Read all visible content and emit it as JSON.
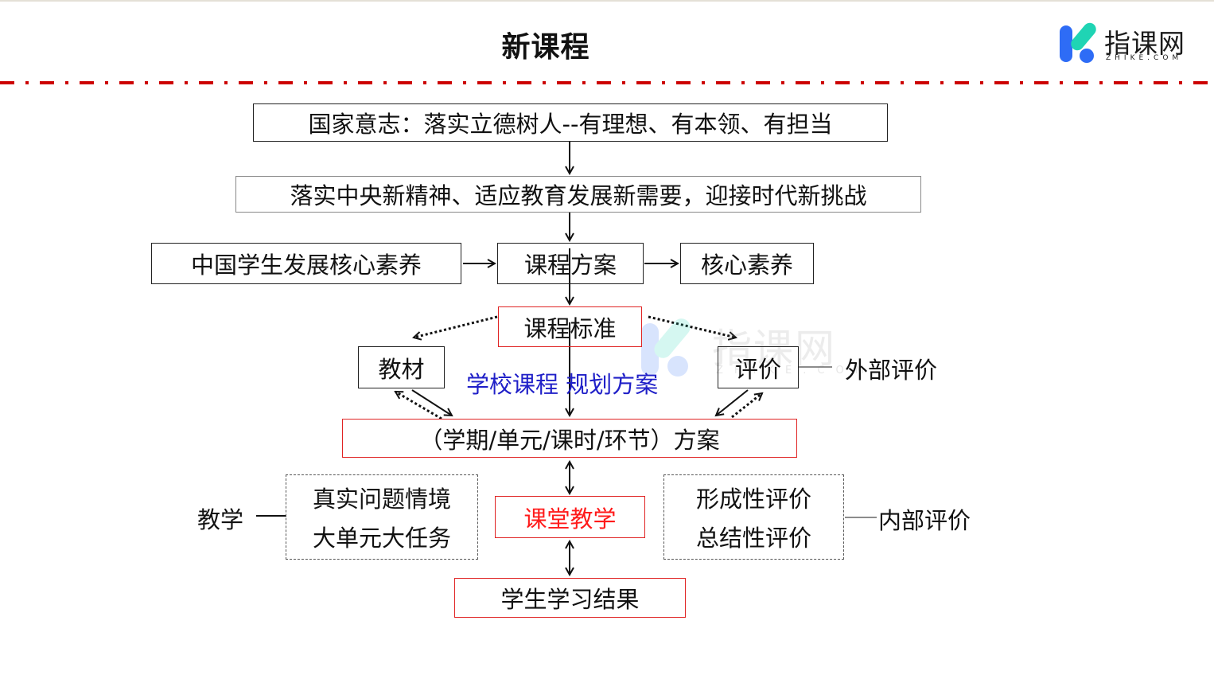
{
  "slide": {
    "title": "新课程"
  },
  "logo": {
    "name": "指课网",
    "domain": "ZHIKE.COM",
    "colors": {
      "blue": "#2e6cf6",
      "teal": "#1fd4b4"
    }
  },
  "watermark": {
    "name": "指课网",
    "domain": "ZHIKE.COM"
  },
  "colors": {
    "divider": "#cc0000",
    "red_border": "#e02424",
    "blue_text": "#2020c8",
    "red_text": "#ff1a1a"
  },
  "diagram": {
    "national_will": "国家意志：落实立德树人--有理想、有本领、有担当",
    "central_spirit": "落实中央新精神、适应教育发展新需要，迎接时代新挑战",
    "core_literacy_source": "中国学生发展核心素养",
    "curriculum_plan": "课程方案",
    "core_literacy": "核心素养",
    "curriculum_standard": "课程标准",
    "textbook": "教材",
    "evaluation": "评价",
    "external_evaluation": "外部评价",
    "school_plan": "学校课程 规划方案",
    "unit_plan": "（学期/单元/课时/环节）方案",
    "teaching_label": "教学",
    "teaching_items": [
      "真实问题情境",
      "大单元大任务"
    ],
    "classroom_teaching": "课堂教学",
    "evaluation_items": [
      "形成性评价",
      "总结性评价"
    ],
    "internal_evaluation": "内部评价",
    "learning_outcome": "学生学习结果"
  }
}
